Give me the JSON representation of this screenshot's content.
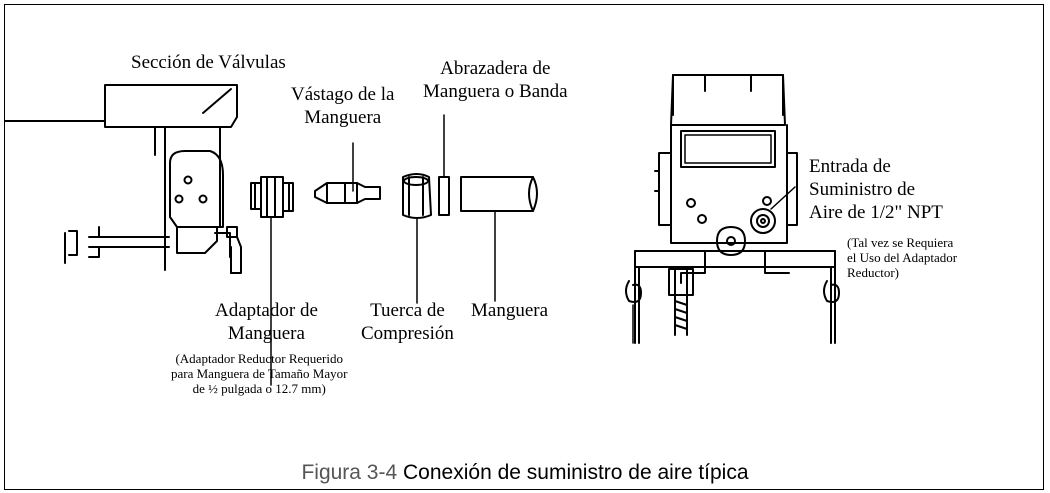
{
  "figure": {
    "caption_number": "Figura 3-4",
    "caption_text": "Conexión de suministro de aire típica"
  },
  "labels": {
    "valve_section": "Sección de Válvulas",
    "hose_stem": "Vástago de la\nManguera",
    "hose_clamp": "Abrazadera de\nManguera o Banda",
    "hose_adapter": "Adaptador de\nManguera",
    "hose_adapter_note": "(Adaptador Reductor Requerido\npara Manguera de Tamaño Mayor\nde ½ pulgada o 12.7 mm)",
    "compression_nut": "Tuerca de\nCompresión",
    "hose": "Manguera",
    "air_inlet": "Entrada de\nSuministro de\nAire de 1/2\" NPT",
    "air_inlet_note": "(Tal vez se Requiera\nel Uso del Adaptador\nReductor)"
  }
}
